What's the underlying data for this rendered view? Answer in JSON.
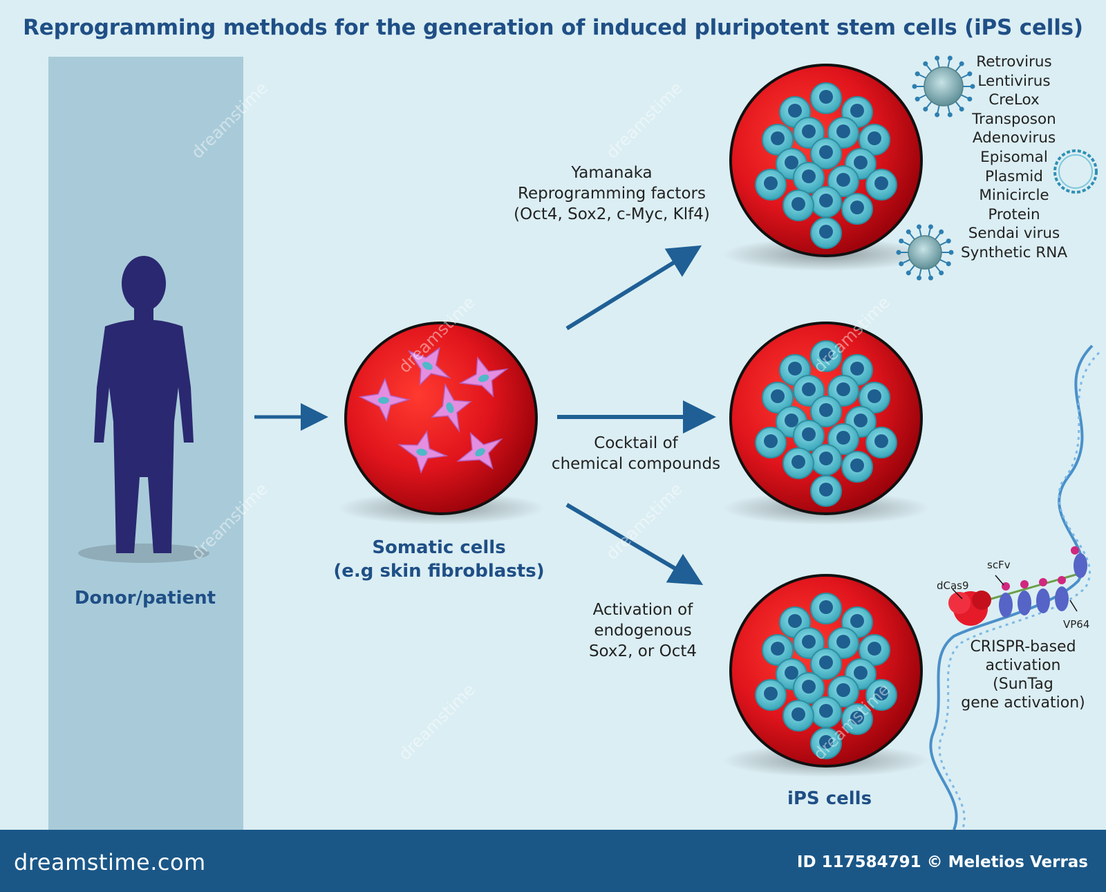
{
  "title": "Reprogramming methods for the generation of induced pluripotent stem cells (iPS cells)",
  "donor": {
    "label": "Donor/patient"
  },
  "somatic": {
    "line1": "Somatic cells",
    "line2": "(e.g skin fibroblasts)"
  },
  "routes": {
    "yamanaka": [
      "Yamanaka",
      "Reprogramming factors",
      "(Oct4, Sox2, c-Myc, Klf4)"
    ],
    "cocktail": [
      "Cocktail of",
      "chemical compounds"
    ],
    "activation": [
      "Activation of",
      "endogenous",
      "Sox2, or Oct4"
    ]
  },
  "ips": {
    "label": "iPS cells"
  },
  "delivery_methods": [
    "Retrovirus",
    "Lentivirus",
    "CreLox",
    "Transposon",
    "Adenovirus",
    "Episomal",
    "Plasmid",
    "Minicircle",
    "Protein",
    "Sendai virus",
    "Synthetic RNA"
  ],
  "crispr": {
    "dcas9": "dCas9",
    "scfv": "scFv",
    "vp64": "VP64",
    "caption": [
      "CRISPR-based",
      "activation",
      "(SunTag",
      "gene activation)"
    ]
  },
  "watermark": "dreamstime",
  "footer": {
    "logo": "dreamstime.com",
    "credit": "ID 117584791 © Meletios Verras"
  },
  "colors": {
    "background": "#dbeef3",
    "panel": "#a9cbd9",
    "title": "#1f4f86",
    "arrow": "#1f5f95",
    "dish": "#e0141c",
    "stem_cell": "#4fb8c9",
    "fibroblast": "#e48ee0",
    "silhouette": "#2a2870",
    "footer": "#1a5787"
  }
}
